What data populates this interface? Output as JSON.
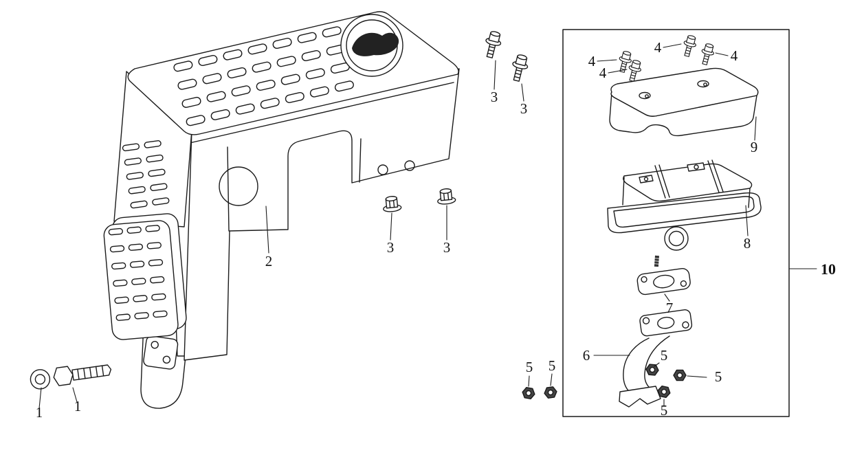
{
  "diagram": {
    "background": "#ffffff",
    "line_color": "#1a1a1a",
    "callouts": [
      {
        "label": "1"
      },
      {
        "label": "1"
      },
      {
        "label": "2"
      },
      {
        "label": "3"
      },
      {
        "label": "3"
      },
      {
        "label": "3"
      },
      {
        "label": "3"
      },
      {
        "label": "4"
      },
      {
        "label": "4"
      },
      {
        "label": "4"
      },
      {
        "label": "4"
      },
      {
        "label": "5"
      },
      {
        "label": "5"
      },
      {
        "label": "5"
      },
      {
        "label": "5"
      },
      {
        "label": "5"
      },
      {
        "label": "6"
      },
      {
        "label": "7"
      },
      {
        "label": "8"
      },
      {
        "label": "9"
      },
      {
        "label": "10"
      }
    ]
  }
}
